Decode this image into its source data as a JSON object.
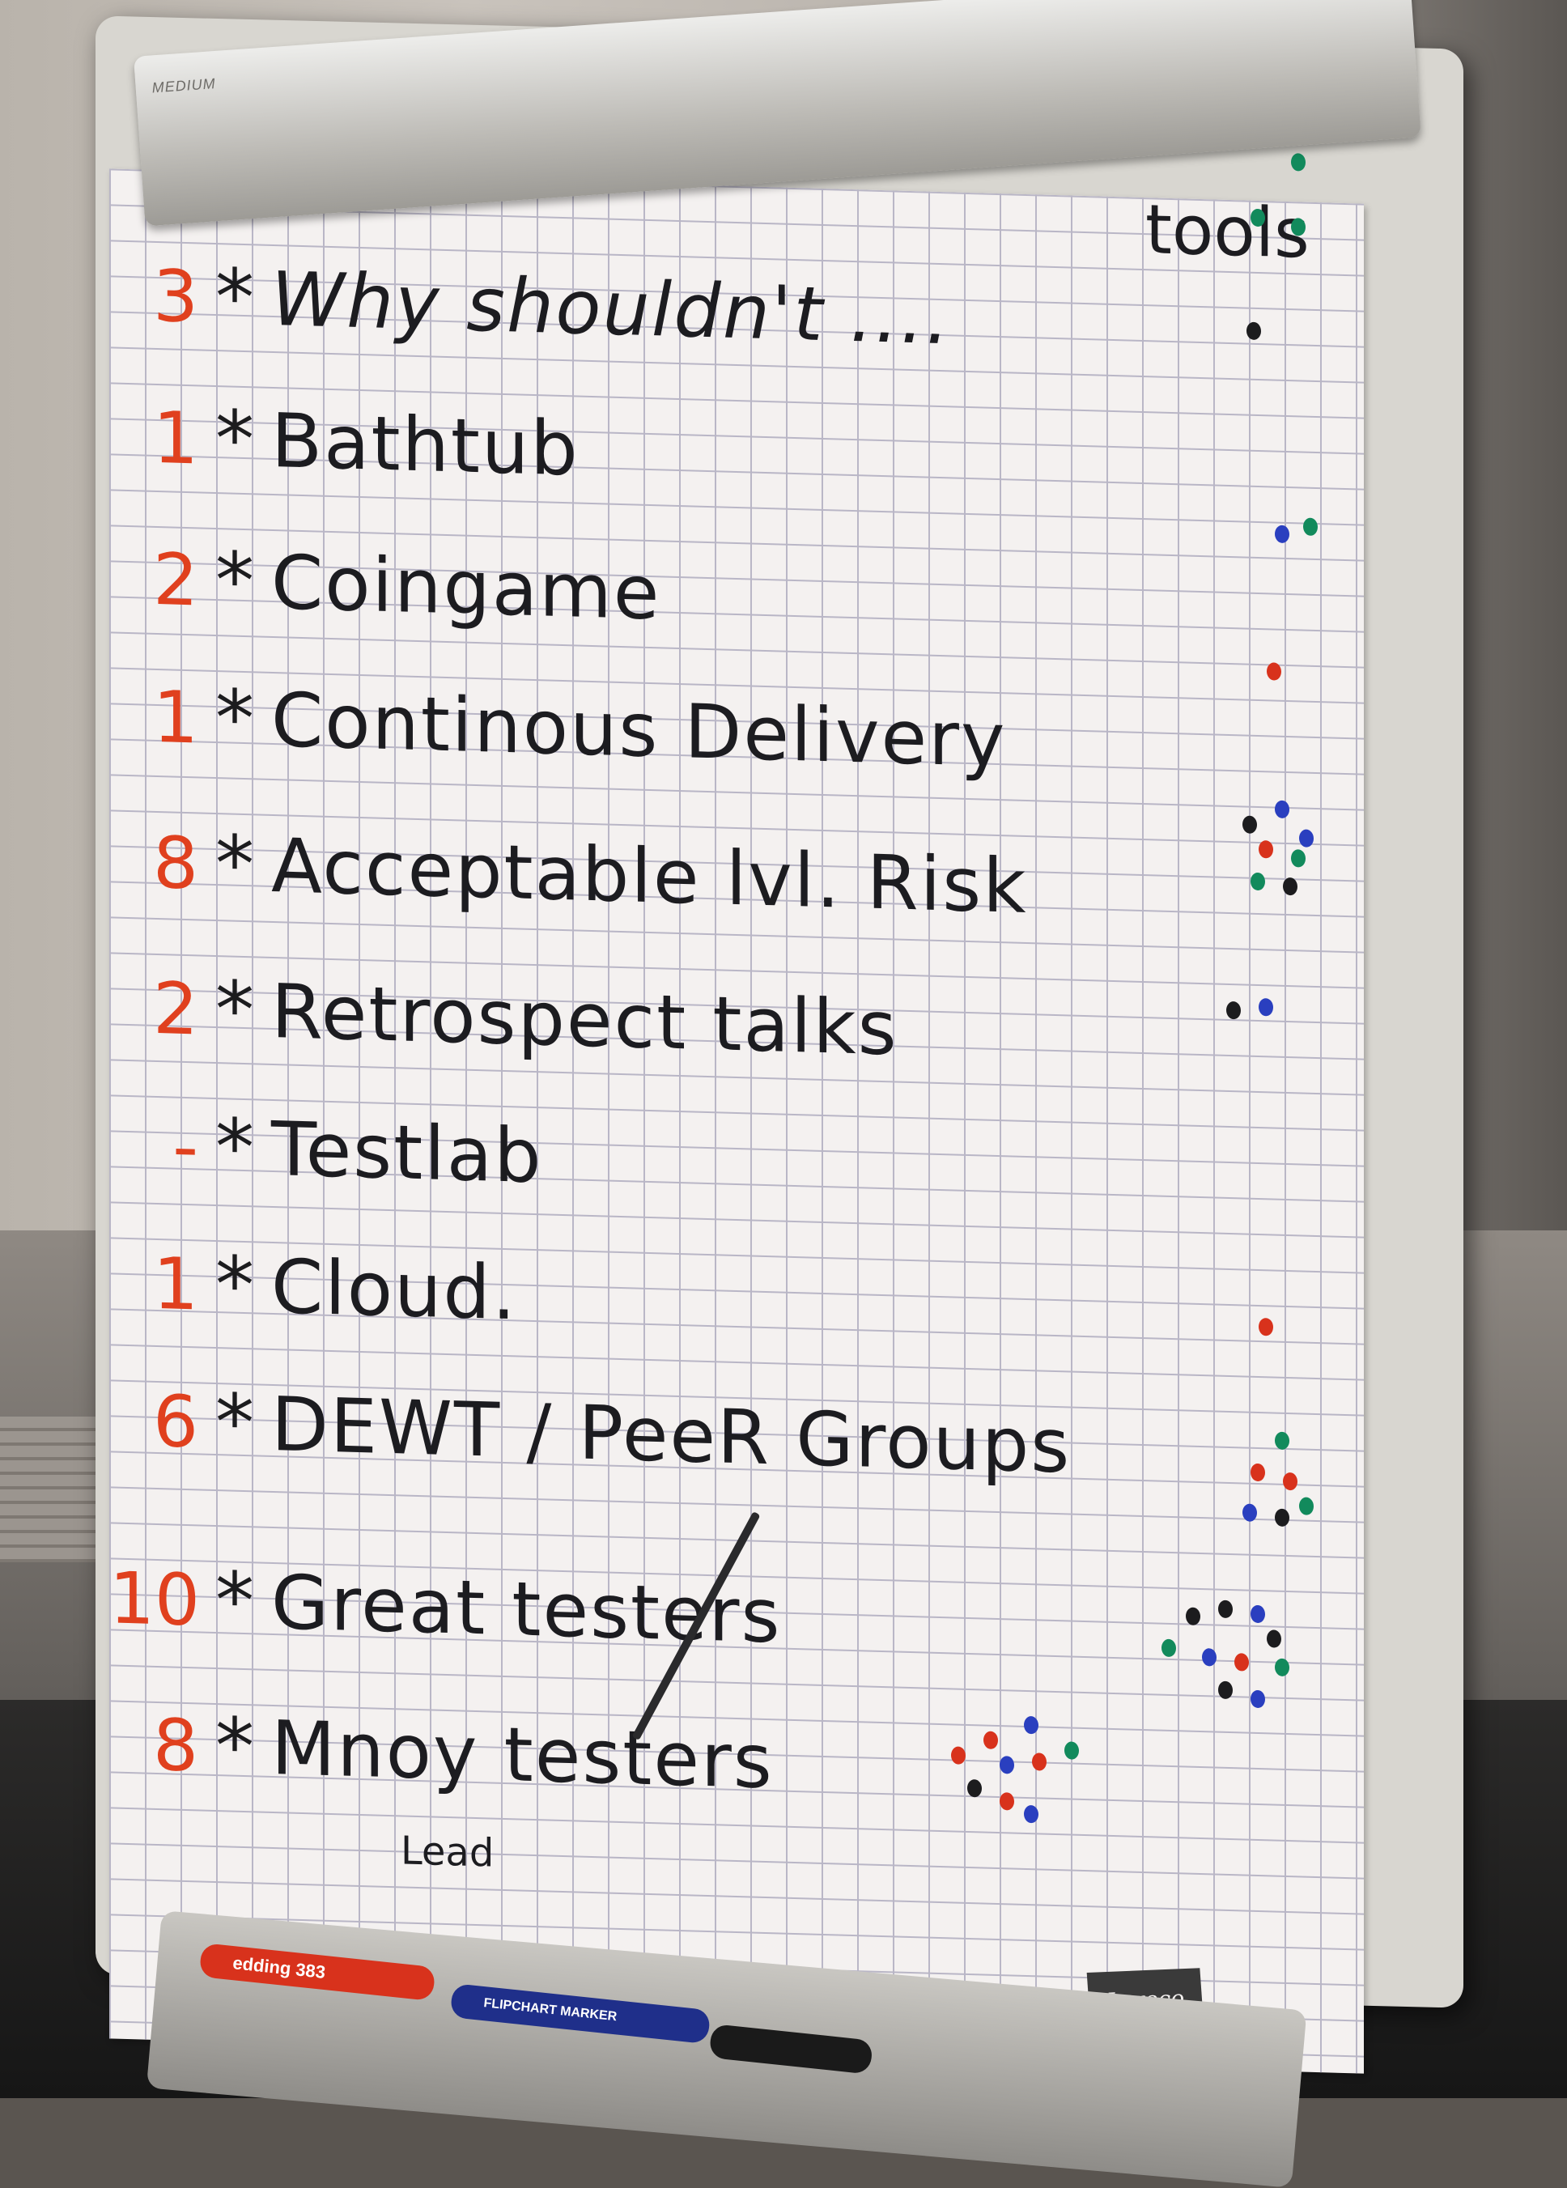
{
  "scene": {
    "board_brand": "MEDIUM",
    "paper_brand": "Lyreco"
  },
  "header": {
    "title": "Why shouldn't ....",
    "suffix": "tools"
  },
  "items": [
    {
      "count": "3",
      "topic": "Why shouldn't ...."
    },
    {
      "count": "1",
      "topic": "Bathtub"
    },
    {
      "count": "2",
      "topic": "Coingame"
    },
    {
      "count": "1",
      "topic": "Continous Delivery"
    },
    {
      "count": "8",
      "topic": "Acceptable lvl. Risk"
    },
    {
      "count": "2",
      "topic": "Retrospect talks"
    },
    {
      "count": "-",
      "topic": "Testlab"
    },
    {
      "count": "1",
      "topic": "Cloud."
    },
    {
      "count": "6",
      "topic": "DEWT / PeeR Groups"
    },
    {
      "count": "10",
      "topic": "Great testers"
    },
    {
      "count": "8",
      "topic": "Mnoy testers"
    }
  ],
  "annotation": "Lead",
  "markers": {
    "red": "edding 383",
    "blue": "FLIPCHART MARKER"
  },
  "colors": {
    "count_ink": "#e0401e",
    "topic_ink": "#1c1c20",
    "dot_red": "#d8321c",
    "dot_blue": "#2a3fbf",
    "dot_green": "#128a5c",
    "dot_black": "#1c1c1e"
  }
}
